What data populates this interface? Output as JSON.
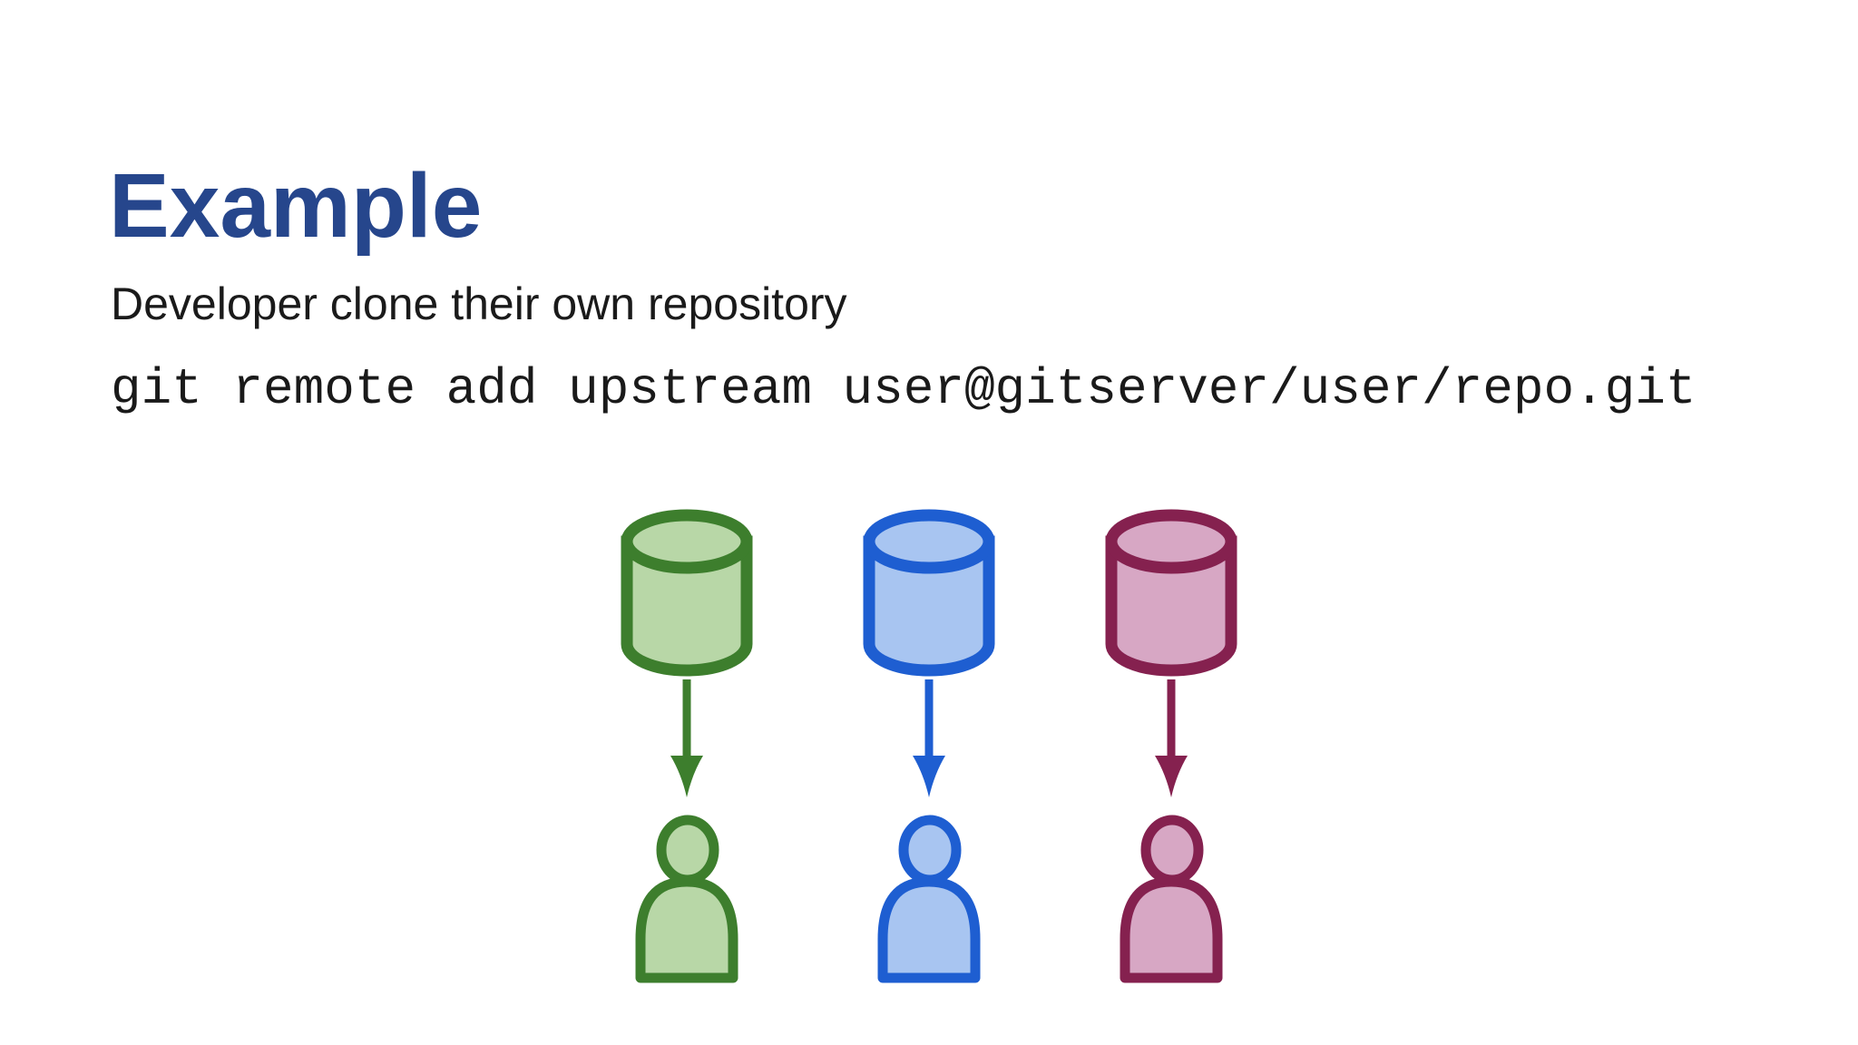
{
  "slide": {
    "title": "Example",
    "heading": "Developer clone their own repository",
    "code_line": "git remote add upstream user@gitserver/user/repo.git"
  },
  "colors": {
    "background": "#ffffff",
    "title": "#26468c",
    "body_text": "#1a1a1a",
    "code_text": "#1a1a1a"
  },
  "diagram": {
    "description": "three repository cylinders each with a downward arrow to a developer figure",
    "columns": [
      {
        "id": "green",
        "repository_icon": "database-cylinder",
        "arrow_icon": "down-arrow",
        "developer_icon": "person",
        "stroke_color": "#3d7e2d",
        "fill_color": "#b8d7a7"
      },
      {
        "id": "blue",
        "repository_icon": "database-cylinder",
        "arrow_icon": "down-arrow",
        "developer_icon": "person",
        "stroke_color": "#1e5ed1",
        "fill_color": "#a8c5f1"
      },
      {
        "id": "maroon",
        "repository_icon": "database-cylinder",
        "arrow_icon": "down-arrow",
        "developer_icon": "person",
        "stroke_color": "#85214f",
        "fill_color": "#d7a7c4"
      }
    ]
  }
}
